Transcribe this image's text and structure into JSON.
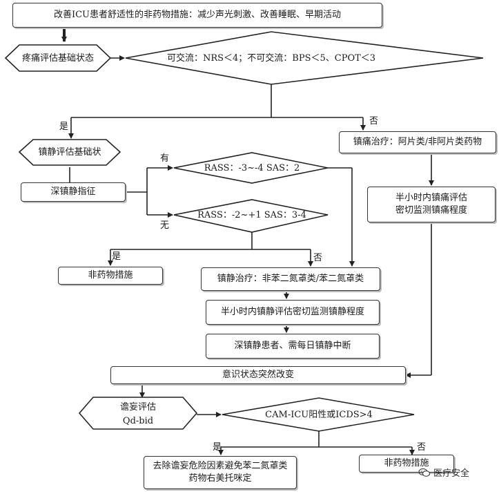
{
  "nodes": {
    "top": "改善ICU患者舒适性的非药物措施：减少声光刺激、改善睡眠、早期活动",
    "pain_assess": "疼痛评估基础状态",
    "pain_criteria": "可交流：NRS＜4；不可交流：BPS＜5、CPOT＜3",
    "analgesic": "镇痛治疗：阿片类/非阿片类药物",
    "analgesic_eval": [
      "半小时内镇痛评估",
      "密切监测镇痛程度"
    ],
    "sedation_assess": "镇静评估基础状",
    "deep_sedation_ind": "深镇静指征",
    "rass_deep": "RASS：-3~-4   SAS：2",
    "rass_light": "RASS：-2~+1   SAS：3-4",
    "nondrug_1": "非药物措施",
    "sedative": "镇静治疗：非苯二氮䓬类/苯二氮䓬类",
    "sedation_eval": "半小时内镇静评估密切监测镇静程度",
    "deep_interrupt": "深镇静患者、需每日镇静中断",
    "mental_change": "意识状态突然改变",
    "delirium_assess": [
      "谵妄评估",
      "Qd-bid"
    ],
    "cam_icu": "CAM-ICU阳性或ICDS>4",
    "remove_risk": [
      "去除谵妄危险因素避免苯二氮䓬类",
      "药物右美托咪定"
    ],
    "nondrug_2": "非药物措施"
  },
  "labels": {
    "yes": "是",
    "no": "否",
    "have": "有",
    "none": "无"
  },
  "watermark": {
    "text": "医疗安全",
    "icon": "wechat-icon"
  }
}
